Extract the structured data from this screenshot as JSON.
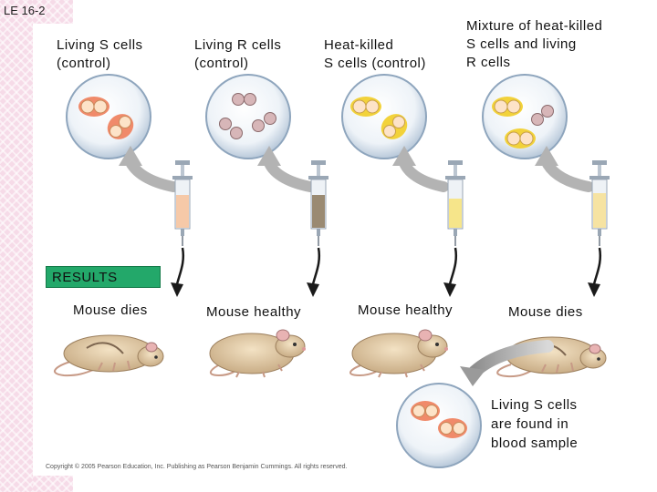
{
  "slide_label": "LE 16-2",
  "columns": [
    {
      "header": [
        "Living S cells",
        "(control)"
      ],
      "outcome": "Mouse dies"
    },
    {
      "header": [
        "Living R cells",
        "(control)"
      ],
      "outcome": "Mouse healthy"
    },
    {
      "header": [
        "Heat-killed",
        "S cells (control)"
      ],
      "outcome": "Mouse healthy"
    },
    {
      "header": [
        "Mixture of heat-killed",
        "S cells and living",
        "R cells"
      ],
      "outcome": "Mouse dies"
    }
  ],
  "results_label": "RESULTS",
  "conclusion": [
    "Living S cells",
    "are found in",
    "blood sample"
  ],
  "copyright": "Copyright © 2005 Pearson Education, Inc. Publishing as Pearson Benjamin Cummings. All rights reserved.",
  "colors": {
    "results_fill": "#23a86a",
    "s_cell": "#f08a6a",
    "r_cell": "#c9a3a6",
    "heat_killed_capsule": "#f2d23a",
    "arrow_gray": "#b3b3b3"
  }
}
